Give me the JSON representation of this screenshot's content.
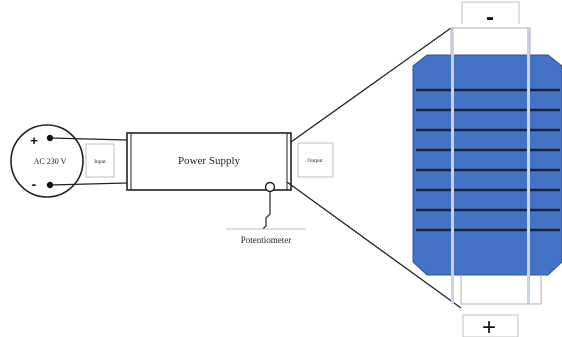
{
  "source": {
    "label": "AC 230 V",
    "plus_sign": "+",
    "minus_sign": "-"
  },
  "power_supply": {
    "title": "Power Supply",
    "input_label": "Input",
    "output_label": "Output"
  },
  "potentiometer": {
    "label": "Potentiometer"
  },
  "solar_cell": {
    "minus_sign": "-",
    "plus_sign": "+",
    "bus_bar_count": 2,
    "finger_line_count": 8,
    "colors": {
      "cell": "#4472c4",
      "cell_edge": "#2f5597",
      "finger": "#1a2540",
      "bus_bar": "#c9d4ea"
    }
  }
}
